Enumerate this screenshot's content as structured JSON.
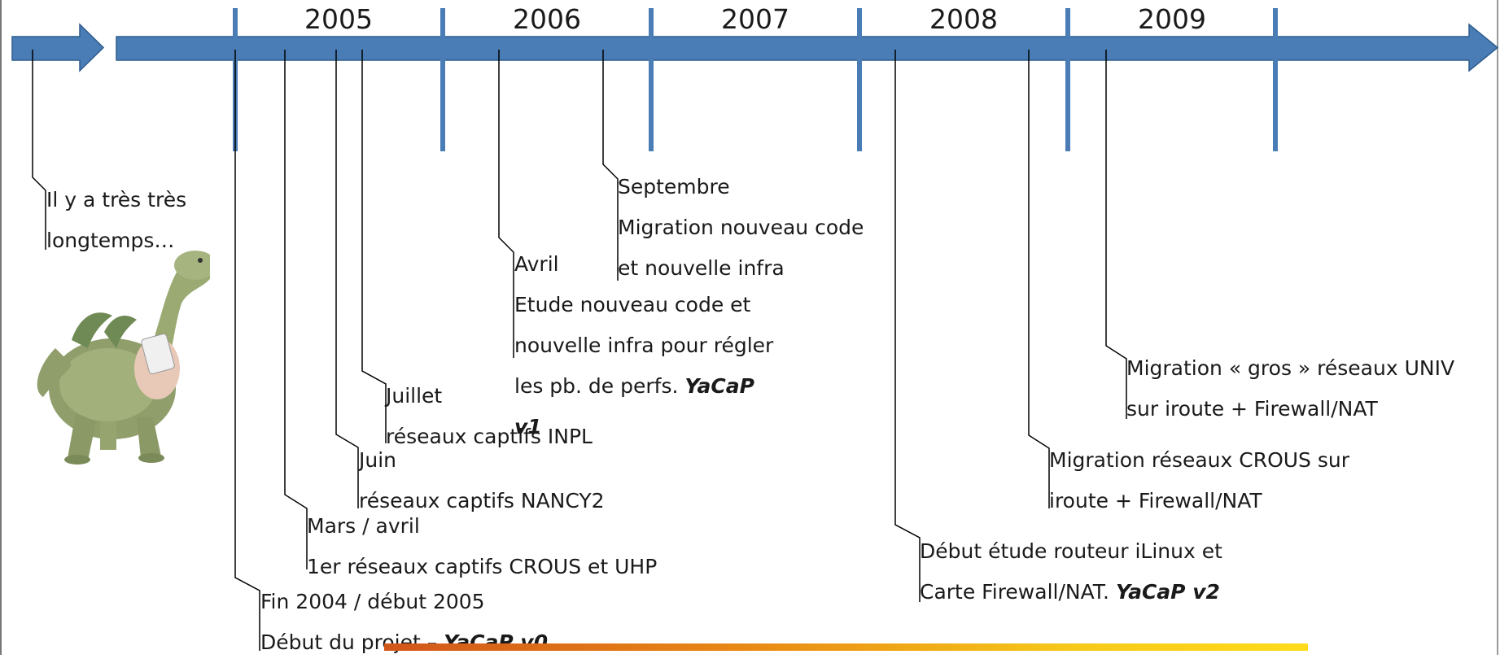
{
  "colors": {
    "arrow_fill": "#4a7db5",
    "arrow_stroke": "#2e5d8e",
    "tick": "#4a7db5",
    "connector": "#000000",
    "bottom_bar_start": "#d2561a",
    "bottom_bar_end": "#ffdb1a"
  },
  "years": [
    "2005",
    "2006",
    "2007",
    "2008",
    "2009"
  ],
  "events": {
    "start": {
      "line1": "Il y a très très",
      "line2": "longtemps…"
    },
    "project_start": {
      "line1": "Fin 2004 / début 2005",
      "line2_text": "Début du projet – ",
      "line2_emph": "YaCaP v0"
    },
    "march": {
      "line1": "Mars / avril",
      "line2": "1er réseaux captifs CROUS et UHP"
    },
    "june": {
      "line1": "Juin",
      "line2": "réseaux captifs NANCY2"
    },
    "july": {
      "line1": "Juillet",
      "line2": "réseaux captifs INPL"
    },
    "april": {
      "line1": "Avril",
      "line2": "Etude nouveau code et",
      "line3": "nouvelle infra pour régler",
      "line4_text": "les pb. de perfs. ",
      "line4_emph": "YaCaP",
      "line5_emph": "v1"
    },
    "september": {
      "line1": "Septembre",
      "line2": "Migration nouveau code",
      "line3": "et nouvelle infra"
    },
    "ilinux": {
      "line1": "Début étude routeur iLinux et",
      "line2_text": "Carte Firewall/NAT. ",
      "line2_emph": "YaCaP v2"
    },
    "crous": {
      "line1": "Migration réseaux CROUS sur",
      "line2": "iroute + Firewall/NAT"
    },
    "univ": {
      "line1": "Migration « gros » réseaux UNIV",
      "line2": "sur iroute + Firewall/NAT"
    }
  },
  "icons": {
    "mascot": "plush-dinosaur-icon"
  }
}
